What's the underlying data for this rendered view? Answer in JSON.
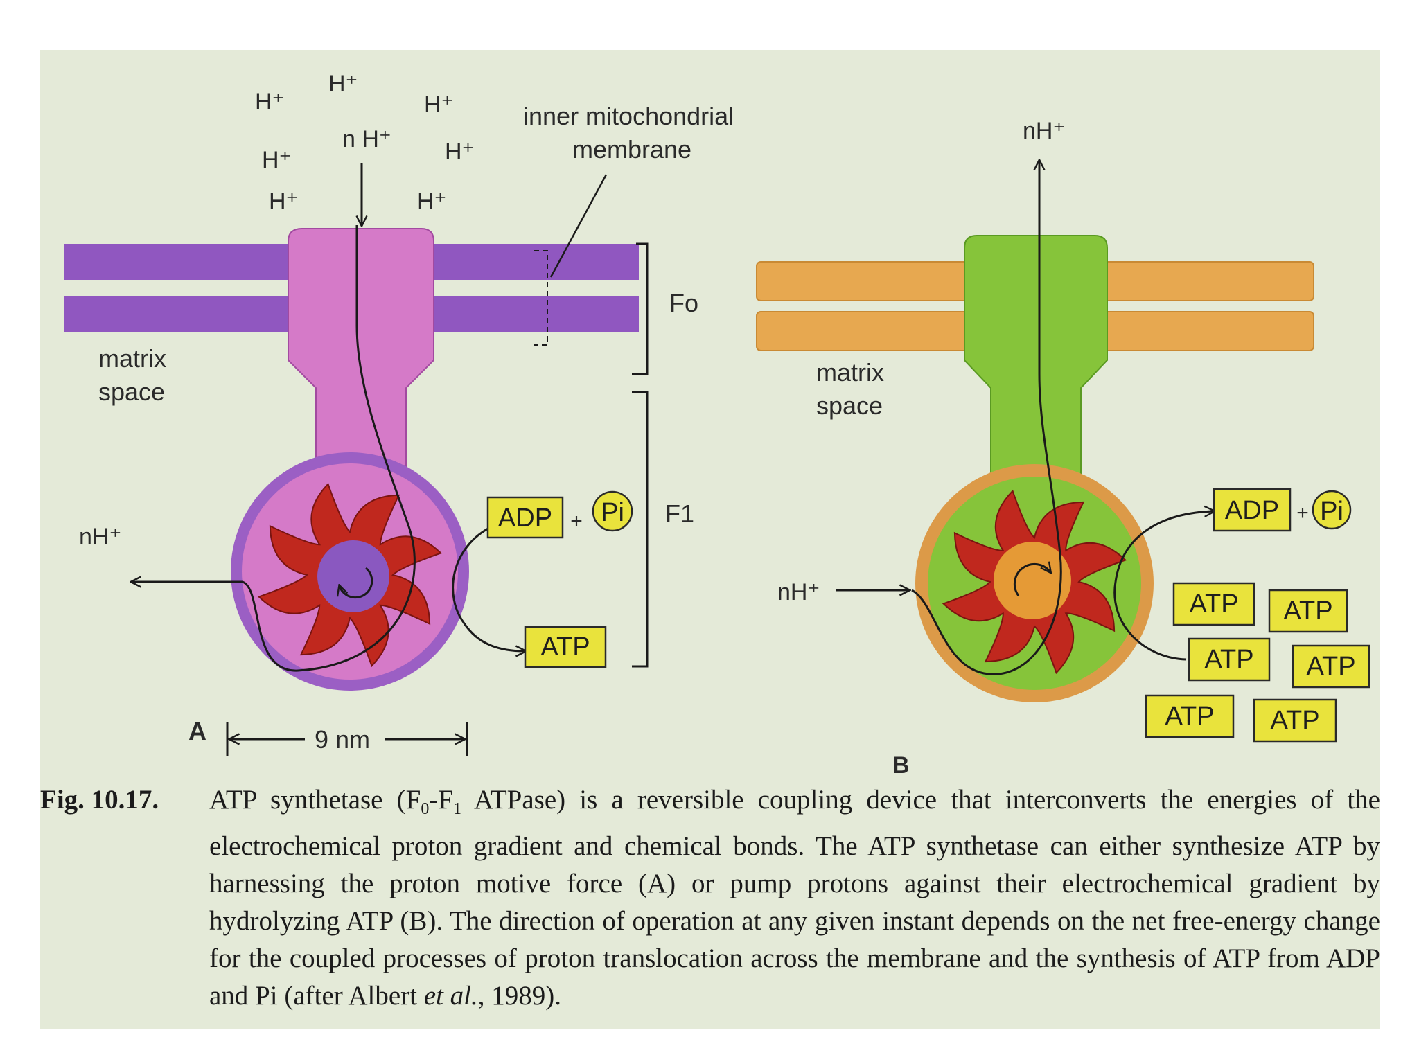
{
  "panel_a": {
    "protons": [
      "H⁺",
      "H⁺",
      "H⁺",
      "H⁺",
      "H⁺",
      "H⁺",
      "H⁺"
    ],
    "n_protons_in": "n H⁺",
    "membrane_label_line1": "inner mitochondrial",
    "membrane_label_line2": "membrane",
    "fo_label": "Fo",
    "f1_label": "F1",
    "matrix_line1": "matrix",
    "matrix_line2": "space",
    "n_protons_out": "nH⁺",
    "adp": "ADP",
    "plus": "+",
    "pi": "Pi",
    "atp": "ATP",
    "letter": "A",
    "scale": "9 nm",
    "colors": {
      "membrane": "#9057c0",
      "stalk": "#d57ac8",
      "head_ring": "#9b5fc4",
      "rotor": "#c0281e",
      "core": "#8a58c0"
    }
  },
  "panel_b": {
    "n_protons_out": "nH⁺",
    "matrix_line1": "matrix",
    "matrix_line2": "space",
    "n_protons_in": "nH⁺",
    "adp": "ADP",
    "plus": "+",
    "pi": "Pi",
    "atp_boxes": [
      "ATP",
      "ATP",
      "ATP",
      "ATP",
      "ATP",
      "ATP"
    ],
    "letter": "B",
    "colors": {
      "membrane": "#e7a850",
      "stalk": "#86c43a",
      "head_ring": "#dc9a48",
      "rotor": "#c0281e",
      "core": "#e59a36"
    }
  },
  "caption": {
    "fig_label": "Fig. 10.17.",
    "t1": "ATP synthetase (F",
    "sub0": "0",
    "t2": "-F",
    "sub1": "1",
    "t3": " ATPase) is a reversible coupling device that interconverts the energies of the electrochemical proton gradient and chemical bonds. The ATP synthetase can either synthesize ATP by harnessing the proton motive force (A) or pump protons against their electrochemical gradient by hydrolyzing ATP (B). The direction of operation at any given instant depends on the net free-energy change for the coupled processes of proton translocation across the membrane and the synthesis of ATP from ADP and Pi (after Albert ",
    "etal": "et al.",
    "t4": ", 1989)."
  }
}
